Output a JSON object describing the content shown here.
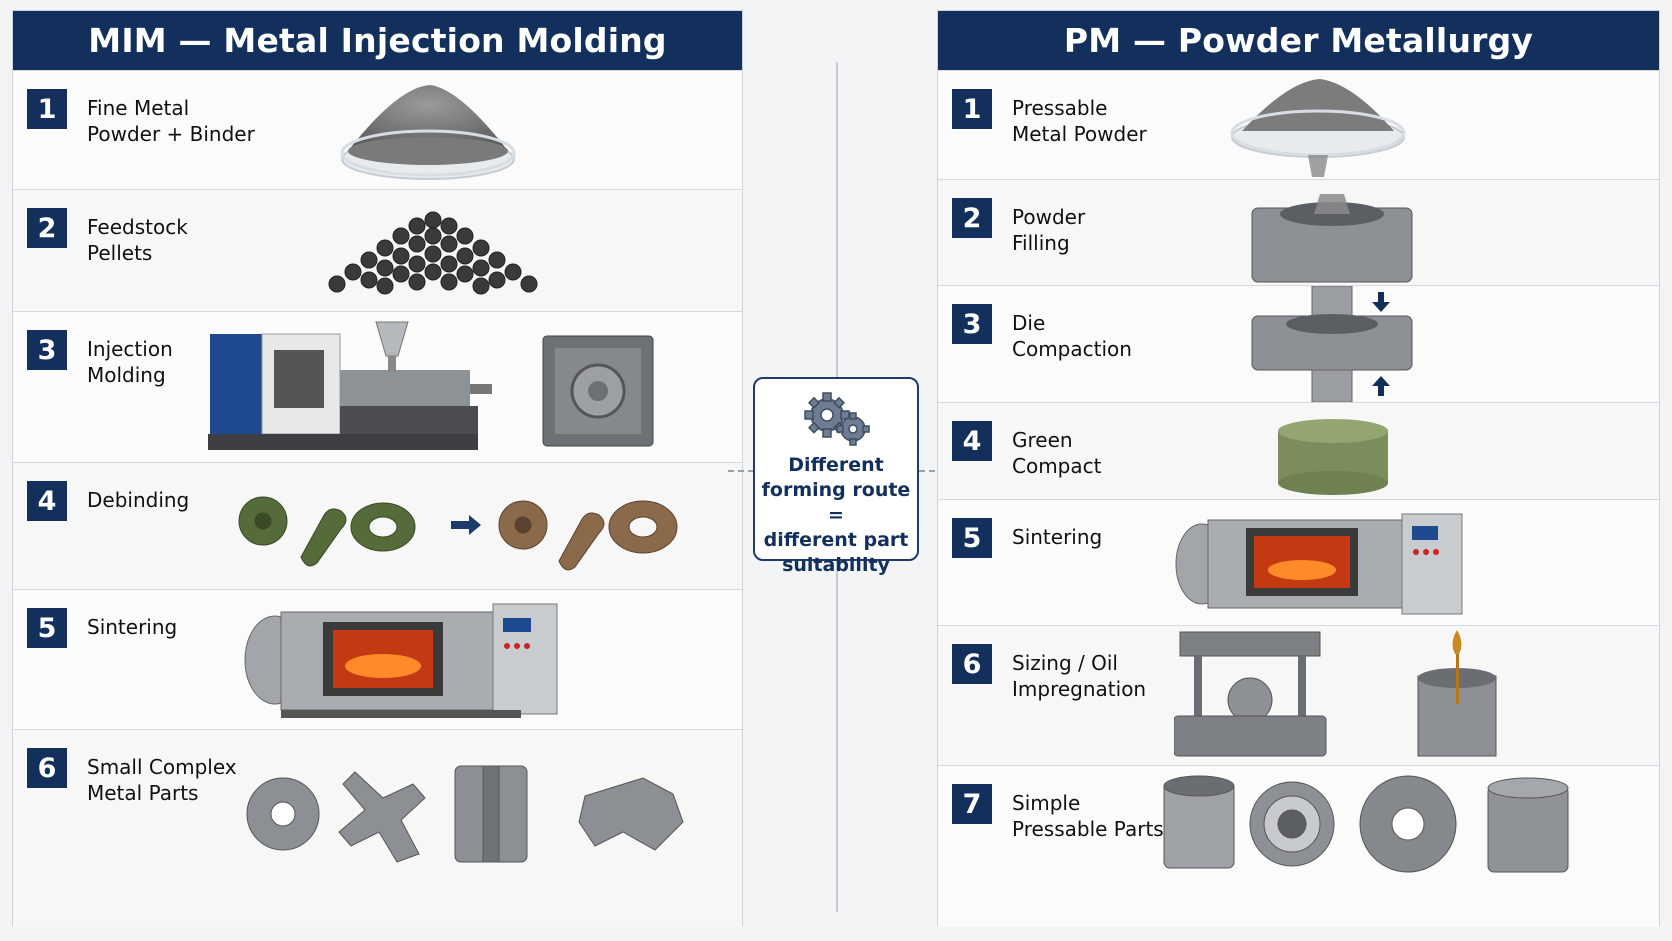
{
  "mim": {
    "title": "MIM — Metal Injection Molding",
    "steps": [
      {
        "num": "1",
        "label": "Fine Metal\nPowder + Binder"
      },
      {
        "num": "2",
        "label": "Feedstock\nPellets"
      },
      {
        "num": "3",
        "label": "Injection\nMolding"
      },
      {
        "num": "4",
        "label": "Debinding"
      },
      {
        "num": "5",
        "label": "Sintering"
      },
      {
        "num": "6",
        "label": "Small Complex\nMetal Parts"
      }
    ]
  },
  "pm": {
    "title": "PM — Powder Metallurgy",
    "steps": [
      {
        "num": "1",
        "label": "Pressable\nMetal Powder"
      },
      {
        "num": "2",
        "label": "Powder\nFilling"
      },
      {
        "num": "3",
        "label": "Die\nCompaction"
      },
      {
        "num": "4",
        "label": "Green\nCompact"
      },
      {
        "num": "5",
        "label": "Sintering"
      },
      {
        "num": "6",
        "label": "Sizing / Oil\nImpregnation"
      },
      {
        "num": "7",
        "label": "Simple\nPressable Parts"
      }
    ]
  },
  "center": {
    "text": "Different\nforming route =\ndifferent part\nsuitability",
    "icon": "gears-icon"
  },
  "colors": {
    "navy": "#13305c",
    "panel_bg": "#ffffff",
    "page_bg": "#f3f4f6"
  }
}
